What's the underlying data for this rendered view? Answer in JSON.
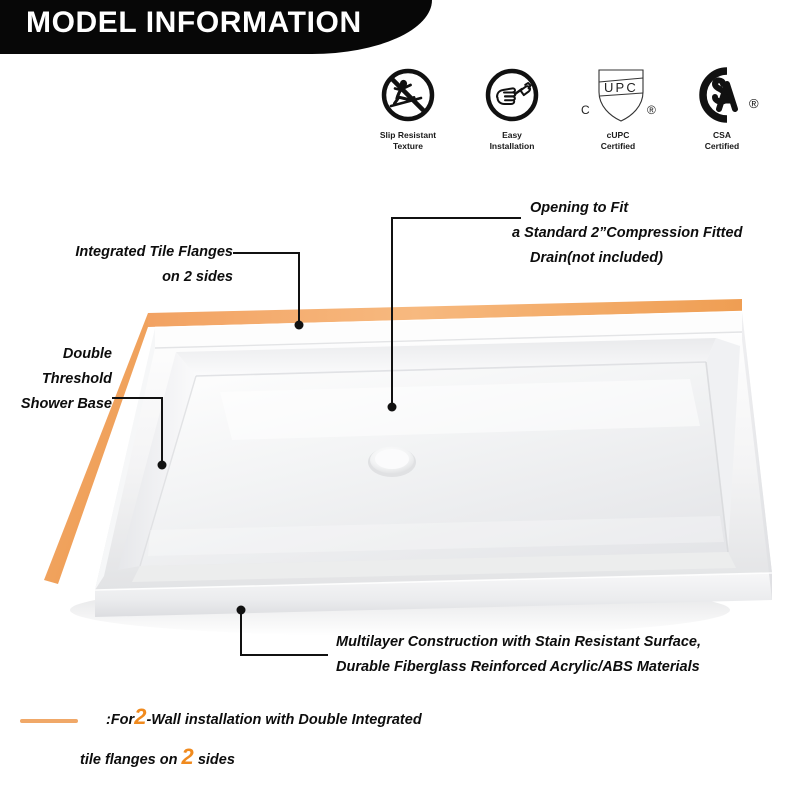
{
  "header": {
    "title": "MODEL INFORMATION"
  },
  "badges": [
    {
      "icon": "slip-resistant-icon",
      "caption_line1": "Slip Resistant",
      "caption_line2": "Texture"
    },
    {
      "icon": "easy-installation-icon",
      "caption_line1": "Easy",
      "caption_line2": "Installation"
    },
    {
      "icon": "cupc-certified-icon",
      "caption_line1": "cUPC",
      "caption_line2": "Certified",
      "mark_text": "UPC",
      "prefix": "C",
      "registered": "®"
    },
    {
      "icon": "csa-certified-icon",
      "caption_line1": "CSA",
      "caption_line2": "Certified",
      "mark_text": "CSA",
      "registered": "®"
    }
  ],
  "callouts": {
    "tile_flanges": {
      "line1": "Integrated Tile Flanges",
      "line2": "on 2 sides"
    },
    "double_threshold": {
      "line1": "Double",
      "line2": "Threshold",
      "line3": "Shower Base"
    },
    "drain_opening": {
      "line1": "Opening to Fit",
      "line2": "a Standard 2”Compression Fitted",
      "line3": "Drain(not included)"
    },
    "construction": {
      "line1": "Multilayer Construction with Stain Resistant Surface,",
      "line2": "Durable Fiberglass Reinforced Acrylic/ABS Materials"
    }
  },
  "legend": {
    "row1_a": ":For",
    "row1_num": "2",
    "row1_b": "-Wall installation with Double  Integrated",
    "row2_a": "tile flanges on",
    "row2_num": "2",
    "row2_b": "sides"
  },
  "colors": {
    "accent_orange": "#f08a1e",
    "swatch_orange": "#f0a868",
    "banner_black": "#070707",
    "text_black": "#0d0d0d"
  }
}
